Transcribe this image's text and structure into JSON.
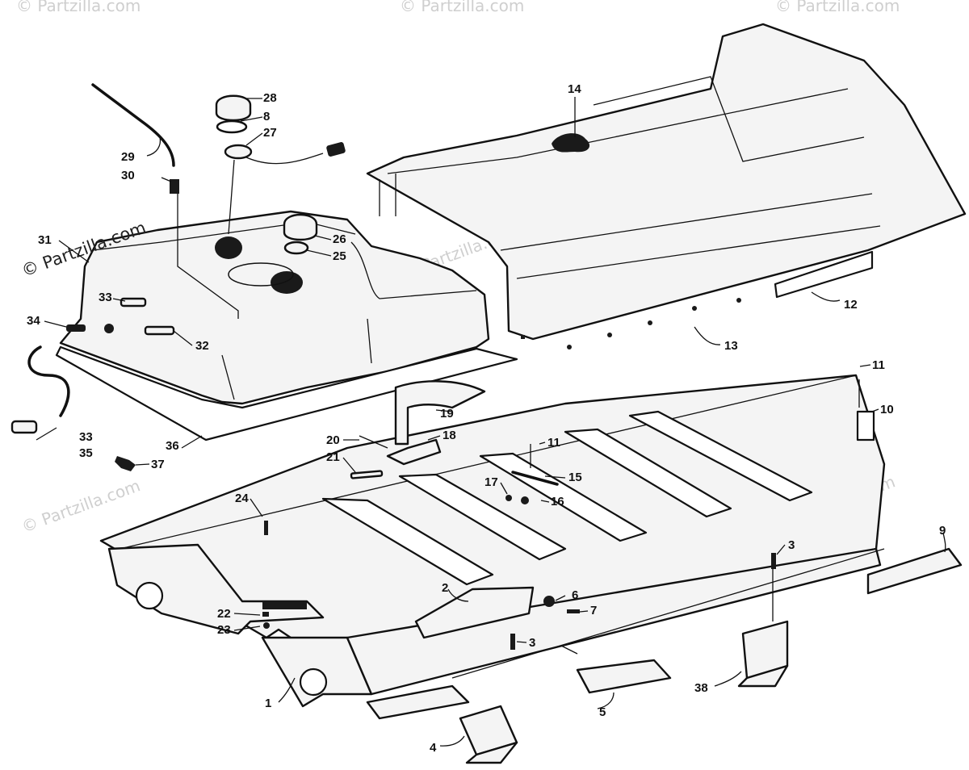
{
  "watermark": {
    "text": "© Partzilla.com"
  },
  "callouts": [
    {
      "id": "28",
      "text": "28"
    },
    {
      "id": "8",
      "text": "8"
    },
    {
      "id": "27",
      "text": "27"
    },
    {
      "id": "29",
      "text": "29"
    },
    {
      "id": "30",
      "text": "30"
    },
    {
      "id": "14",
      "text": "14"
    },
    {
      "id": "31",
      "text": "31"
    },
    {
      "id": "26",
      "text": "26"
    },
    {
      "id": "25",
      "text": "25"
    },
    {
      "id": "33a",
      "text": "33"
    },
    {
      "id": "34",
      "text": "34"
    },
    {
      "id": "32",
      "text": "32"
    },
    {
      "id": "12",
      "text": "12"
    },
    {
      "id": "13",
      "text": "13"
    },
    {
      "id": "11a",
      "text": "11"
    },
    {
      "id": "10",
      "text": "10"
    },
    {
      "id": "19",
      "text": "19"
    },
    {
      "id": "33b",
      "text": "33"
    },
    {
      "id": "35",
      "text": "35"
    },
    {
      "id": "36",
      "text": "36"
    },
    {
      "id": "20",
      "text": "20"
    },
    {
      "id": "18",
      "text": "18"
    },
    {
      "id": "11b",
      "text": "11"
    },
    {
      "id": "21",
      "text": "21"
    },
    {
      "id": "37",
      "text": "37"
    },
    {
      "id": "15",
      "text": "15"
    },
    {
      "id": "17",
      "text": "17"
    },
    {
      "id": "16",
      "text": "16"
    },
    {
      "id": "24",
      "text": "24"
    },
    {
      "id": "9",
      "text": "9"
    },
    {
      "id": "3a",
      "text": "3"
    },
    {
      "id": "2",
      "text": "2"
    },
    {
      "id": "6",
      "text": "6"
    },
    {
      "id": "7",
      "text": "7"
    },
    {
      "id": "22",
      "text": "22"
    },
    {
      "id": "23",
      "text": "23"
    },
    {
      "id": "3b",
      "text": "3"
    },
    {
      "id": "38",
      "text": "38"
    },
    {
      "id": "1",
      "text": "1"
    },
    {
      "id": "5",
      "text": "5"
    },
    {
      "id": "4",
      "text": "4"
    }
  ]
}
